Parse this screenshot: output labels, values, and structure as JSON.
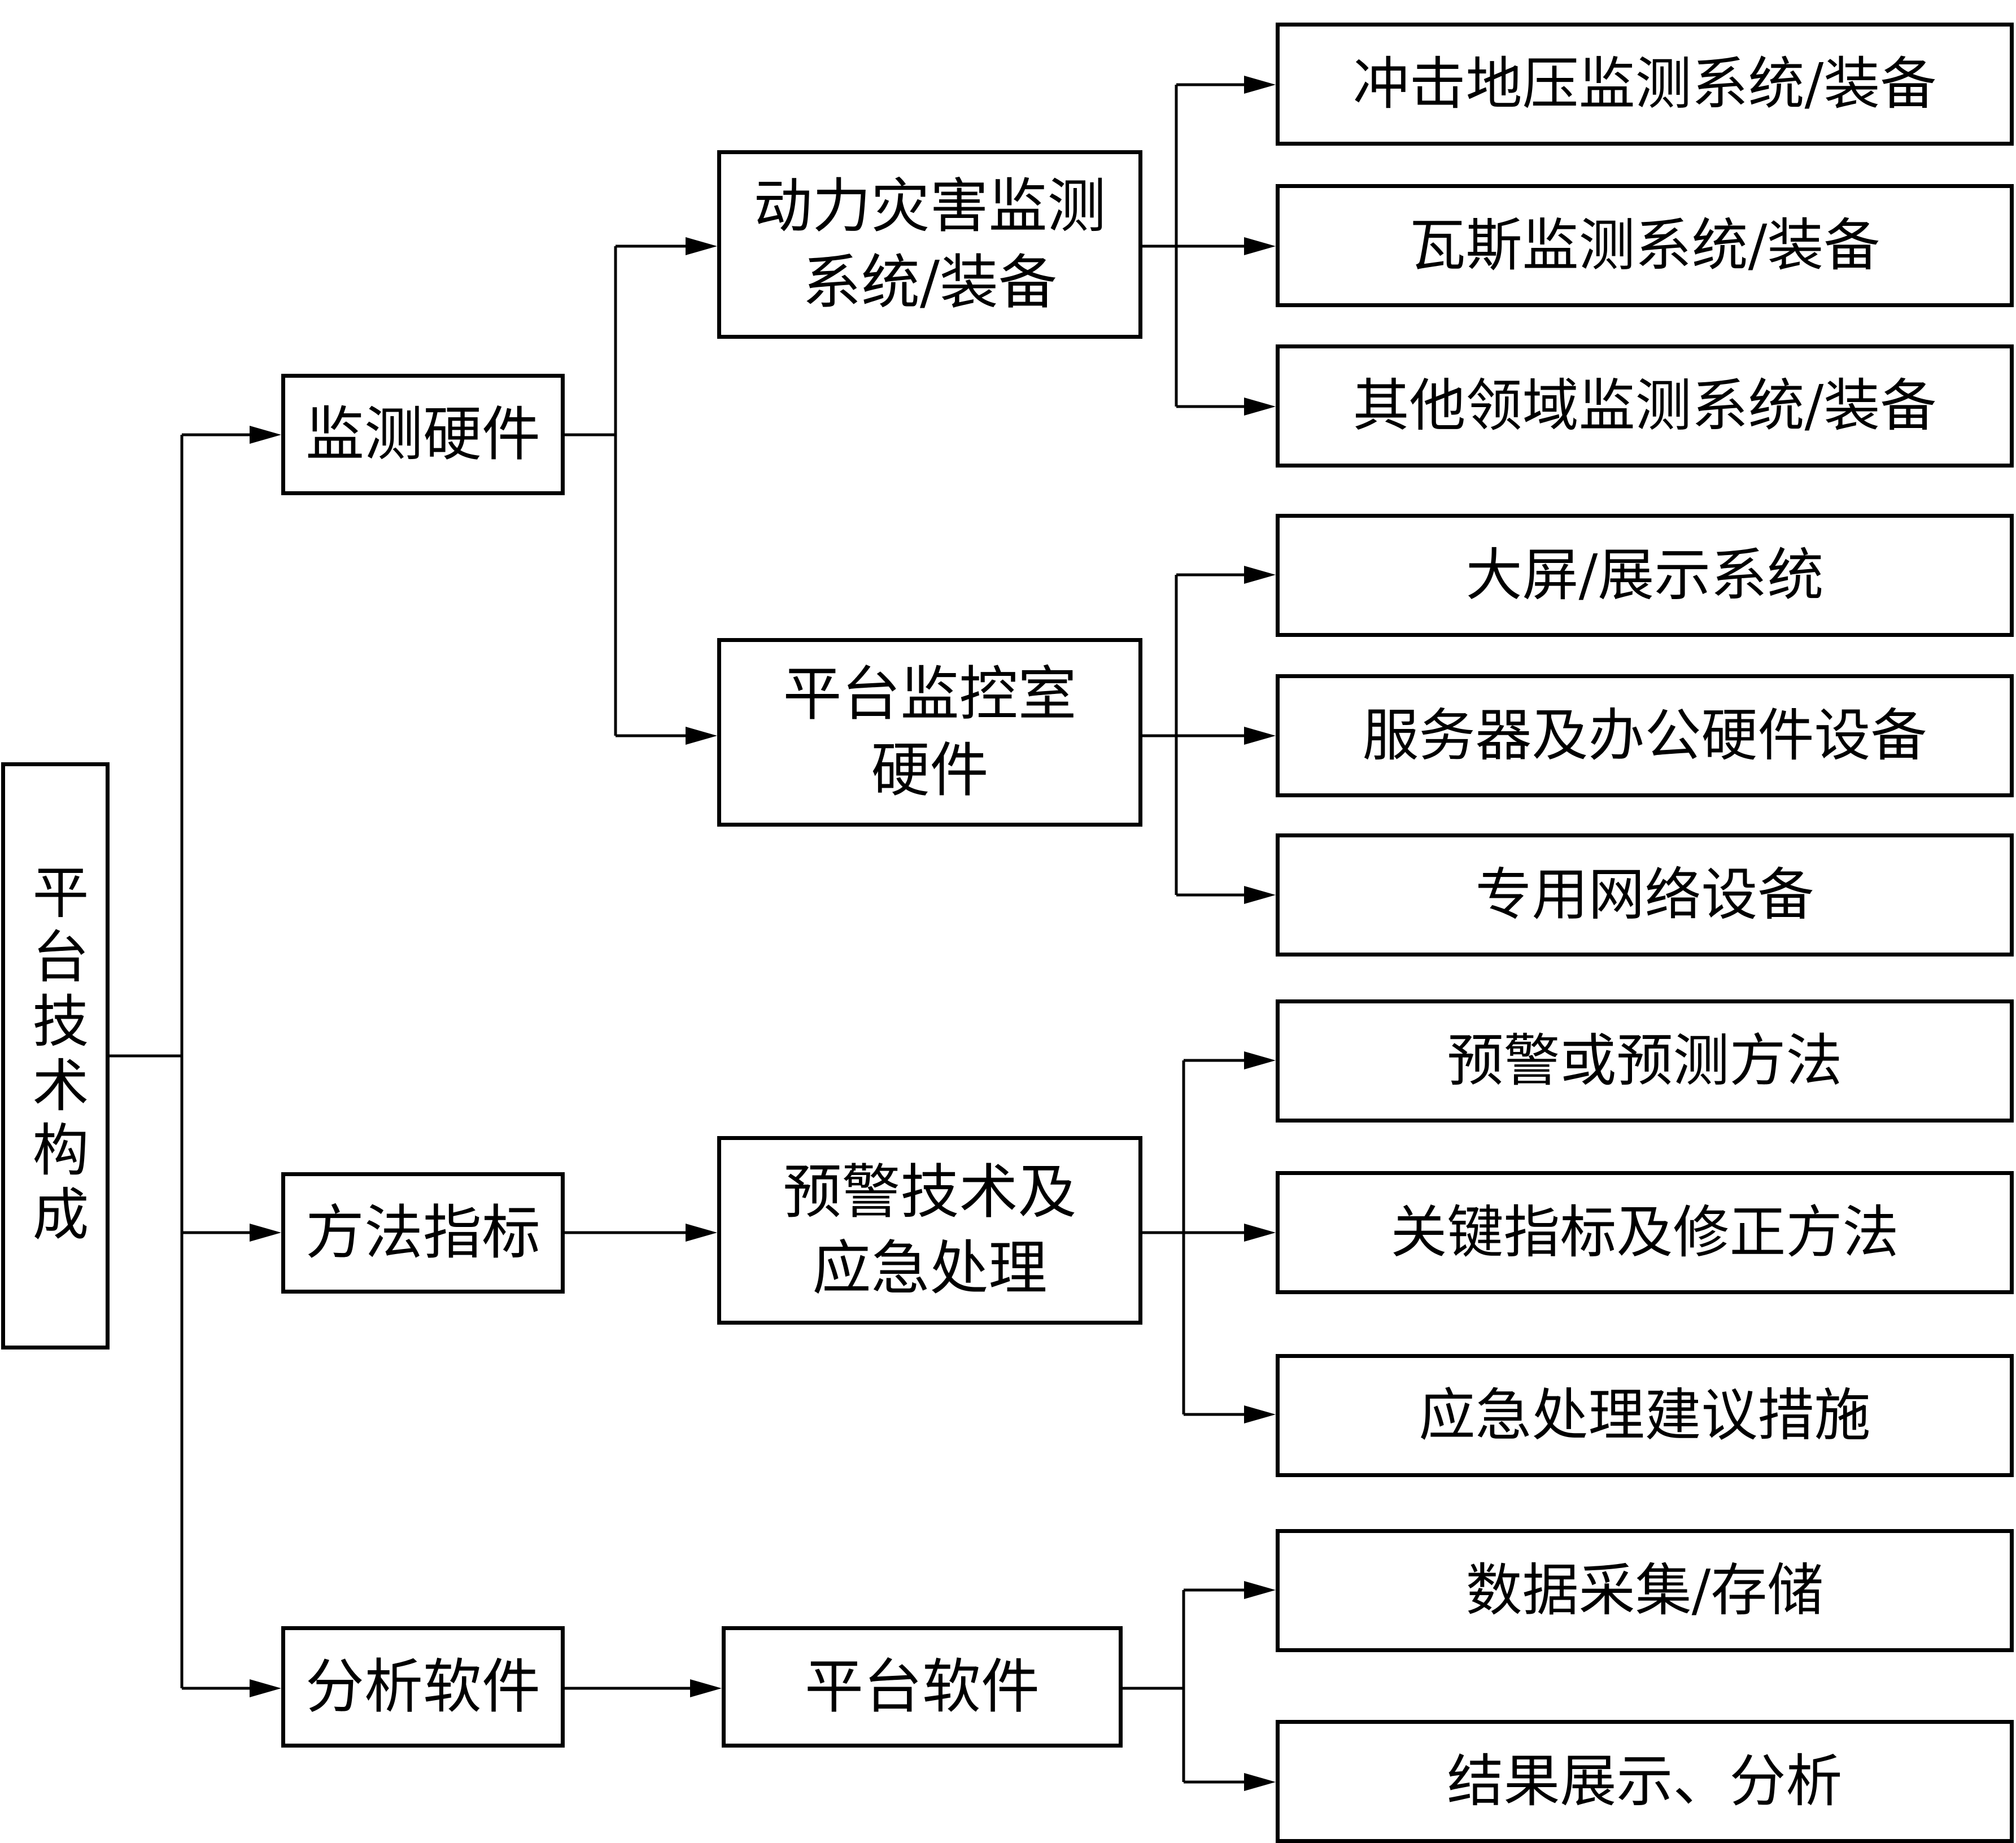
{
  "diagram": {
    "root": {
      "label": "平台技术构成"
    },
    "categories": [
      {
        "label": "监测硬件"
      },
      {
        "label": "方法指标"
      },
      {
        "label": "分析软件"
      }
    ],
    "groups": [
      {
        "label": "动力灾害监测\n系统/装备"
      },
      {
        "label": "平台监控室\n硬件"
      },
      {
        "label": "预警技术及\n应急处理"
      },
      {
        "label": "平台软件"
      }
    ],
    "items": [
      {
        "label": "冲击地压监测系统/装备"
      },
      {
        "label": "瓦斯监测系统/装备"
      },
      {
        "label": "其他领域监测系统/装备"
      },
      {
        "label": "大屏/展示系统"
      },
      {
        "label": "服务器及办公硬件设备"
      },
      {
        "label": "专用网络设备"
      },
      {
        "label": "预警或预测方法"
      },
      {
        "label": "关键指标及修正方法"
      },
      {
        "label": "应急处理建议措施"
      },
      {
        "label": "数据采集/存储"
      },
      {
        "label": "结果展示、分析"
      }
    ]
  }
}
